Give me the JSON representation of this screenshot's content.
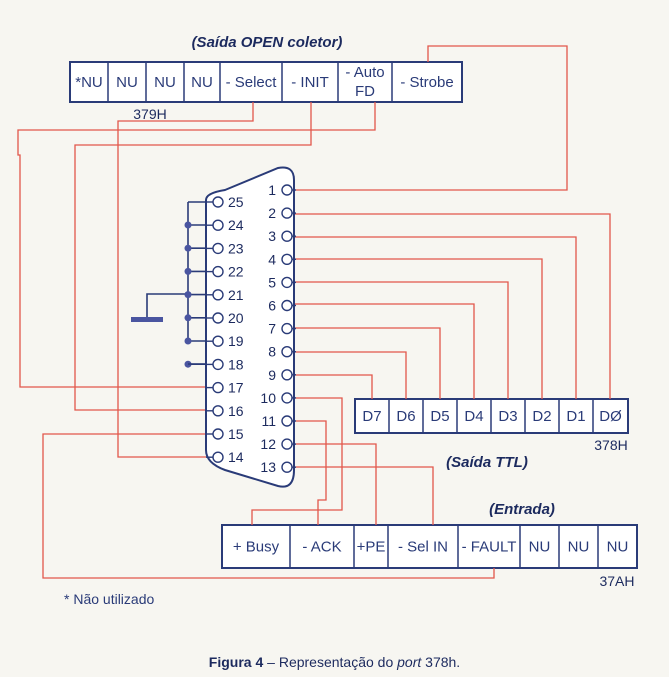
{
  "boxes": {
    "open_collector": {
      "title": "(Saída OPEN coletor)",
      "address": "379H",
      "cells": [
        "*NU",
        "NU",
        "NU",
        "NU",
        "- Select",
        "- INIT",
        "- Auto FD",
        "- Strobe"
      ]
    },
    "ttl": {
      "title": "(Saída TTL)",
      "address": "378H",
      "cells": [
        "D7",
        "D6",
        "D5",
        "D4",
        "D3",
        "D2",
        "D1",
        "DØ"
      ]
    },
    "input": {
      "title": "(Entrada)",
      "address": "37AH",
      "cells": [
        "+ Busy",
        "- ACK",
        "+PE",
        "- Sel IN",
        "- FAULT",
        "NU",
        "NU",
        "NU"
      ]
    }
  },
  "connector": {
    "left_pins": [
      "25",
      "24",
      "23",
      "22",
      "21",
      "20",
      "19",
      "18",
      "17",
      "16",
      "15",
      "14"
    ],
    "right_pins": [
      "1",
      "2",
      "3",
      "4",
      "5",
      "6",
      "7",
      "8",
      "9",
      "10",
      "11",
      "12",
      "13"
    ]
  },
  "footnote": "* Não utilizado",
  "caption": {
    "prefix": "Figura 4",
    "middle": " – Representação do ",
    "italic": "port",
    "suffix": " 378h."
  },
  "colors": {
    "wire": "#e2574b",
    "ink": "#2a3b78"
  }
}
